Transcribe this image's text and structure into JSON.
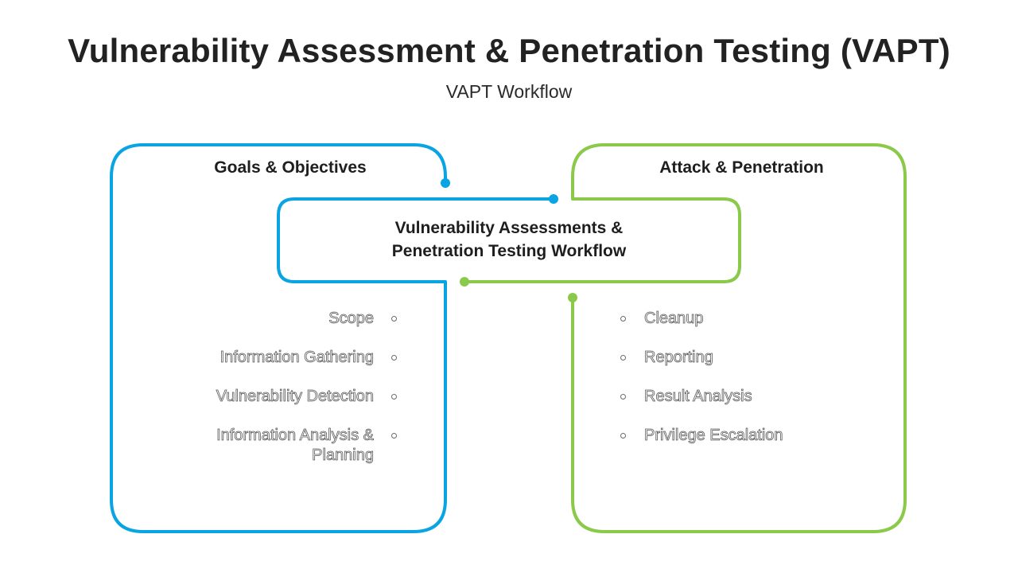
{
  "header": {
    "title": "Vulnerability Assessment & Penetration Testing (VAPT)",
    "subtitle": "VAPT Workflow"
  },
  "colors": {
    "left_accent": "#0aa4e3",
    "right_accent": "#8ac94a"
  },
  "left_panel": {
    "title": "Goals & Objectives",
    "items": [
      "Scope",
      "Information Gathering",
      "Vulnerability Detection",
      "Information Analysis & Planning"
    ]
  },
  "center": {
    "line1": "Vulnerability Assessments &",
    "line2": "Penetration Testing Workflow"
  },
  "right_panel": {
    "title": "Attack & Penetration",
    "items": [
      "Cleanup",
      "Reporting",
      "Result Analysis",
      "Privilege Escalation"
    ]
  }
}
